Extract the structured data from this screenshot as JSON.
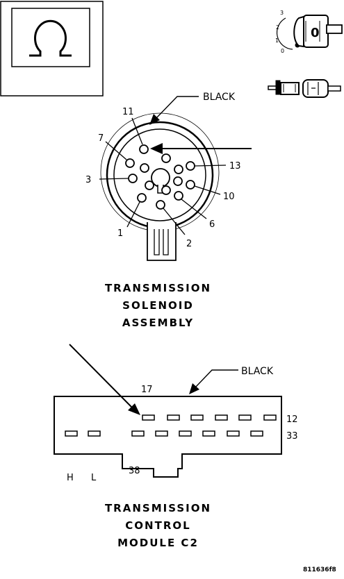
{
  "top_left_icon": {
    "name": "ohm-meter-icon"
  },
  "ignition_icon": {
    "name": "ignition-key-icon",
    "positions": [
      "3",
      "2",
      "1",
      "0"
    ],
    "key_label": "0"
  },
  "connector_icon": {
    "name": "disconnected-connector-icon"
  },
  "solenoid": {
    "color_label": "BLACK",
    "pins": [
      "11",
      "7",
      "13",
      "3",
      "10",
      "6",
      "1",
      "2"
    ],
    "title_lines": [
      "TRANSMISSION",
      "SOLENOID",
      "ASSEMBLY"
    ]
  },
  "tcm": {
    "color_label": "BLACK",
    "pin_top_left": "17",
    "pin_top_right": "12",
    "pin_bottom_right": "33",
    "pin_bottom_left": "38",
    "marks": [
      "H",
      "L"
    ],
    "title_lines": [
      "TRANSMISSION",
      "CONTROL",
      "MODULE C2"
    ]
  },
  "figure_id": "811636f8"
}
